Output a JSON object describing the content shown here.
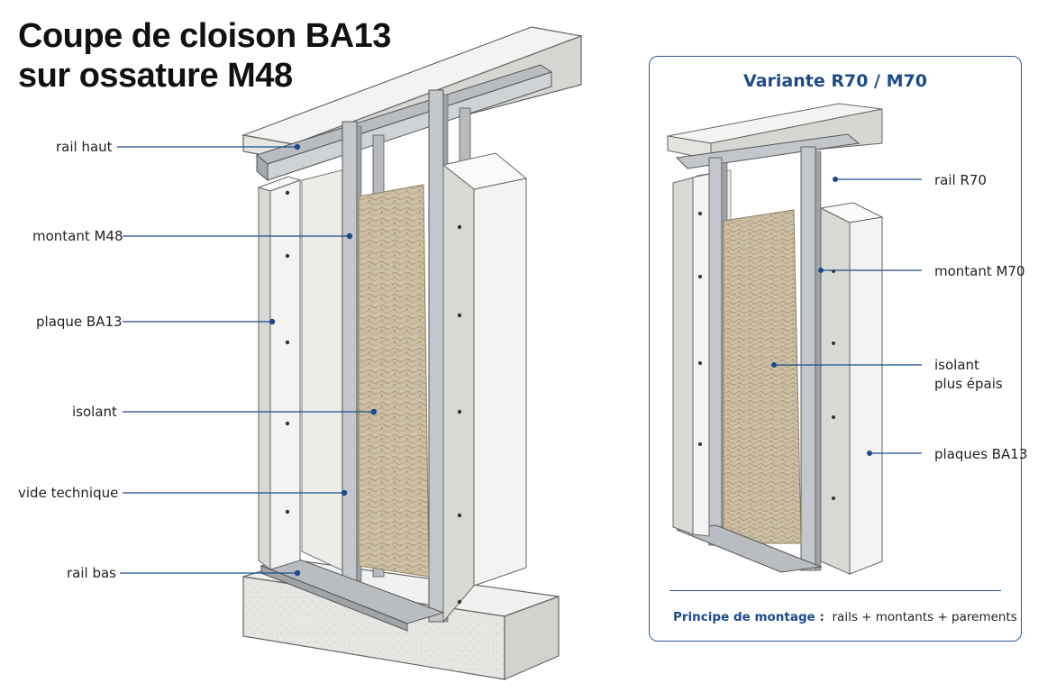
{
  "title": {
    "line1": "Coupe de cloison BA13",
    "line2": "sur ossature M48"
  },
  "main_labels": {
    "rail_haut": "rail haut",
    "montant": "montant M48",
    "plaque": "plaque BA13",
    "isolant": "isolant",
    "vide": "vide technique",
    "rail_bas": "rail bas"
  },
  "variant": {
    "title": "Variante R70 / M70",
    "labels": {
      "rail": "rail R70",
      "montant": "montant M70",
      "isolant_line1": "isolant",
      "isolant_line2": "plus épais",
      "plaques": "plaques BA13"
    },
    "principle_label": "Principe de montage :",
    "principle_text": "rails + montants + parements"
  },
  "colors": {
    "leader": "#1d4b8a",
    "accent": "#1d4b8a",
    "concrete": "#e8e8e6",
    "steel": "#c3c7cb",
    "board": "#f3f3f1",
    "insulation": "#cbbfa6"
  }
}
